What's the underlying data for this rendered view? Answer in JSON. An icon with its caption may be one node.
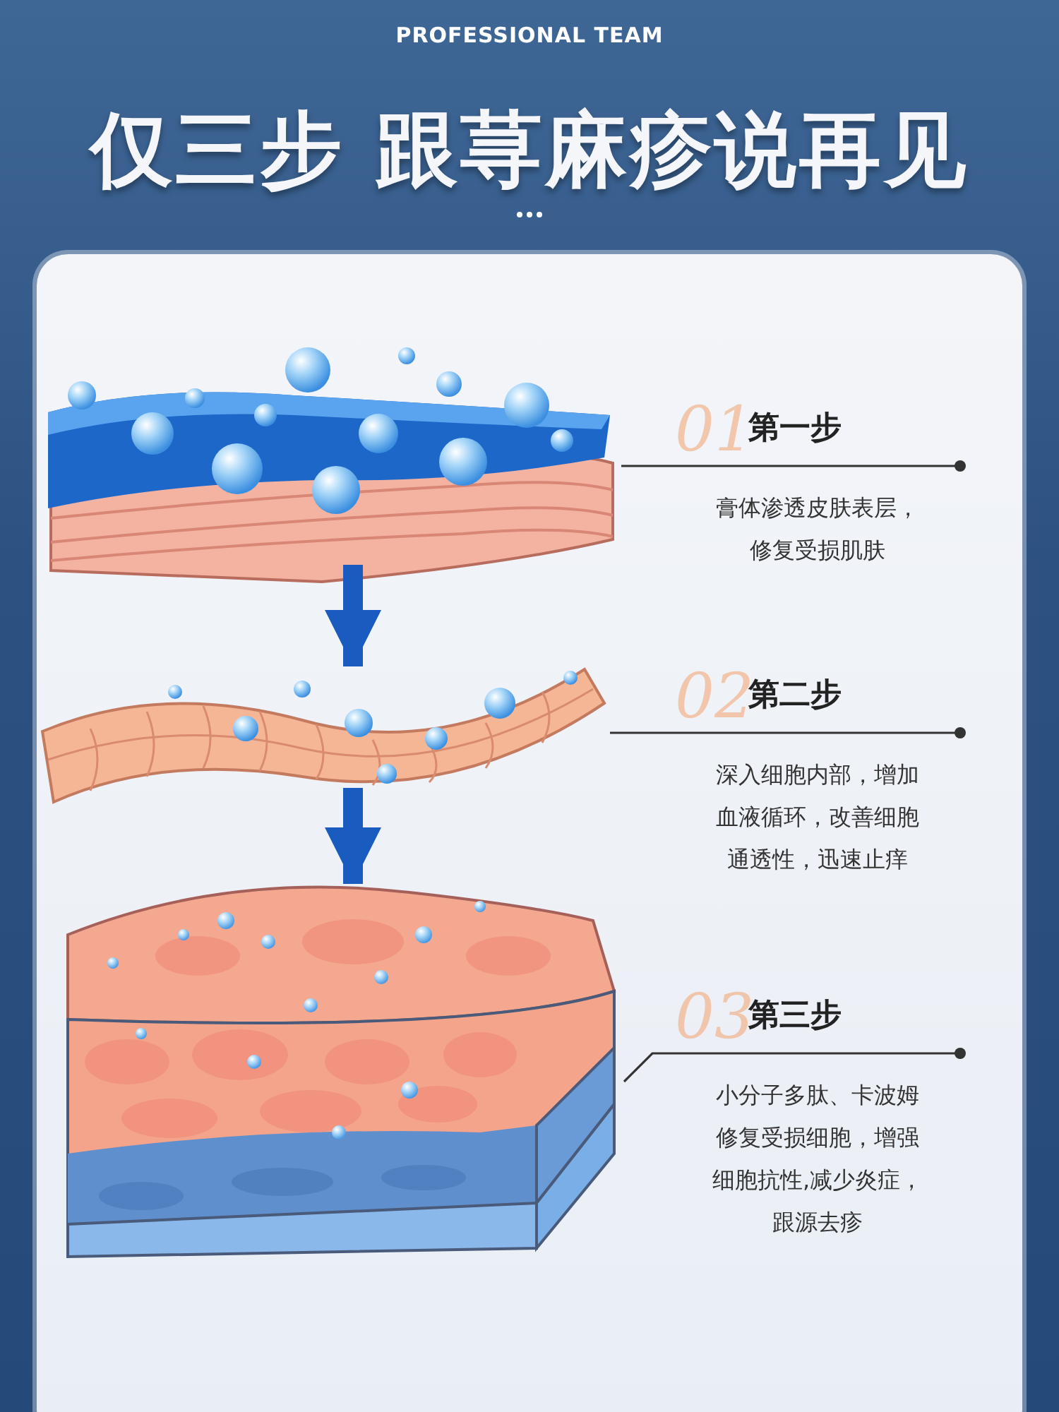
{
  "diagram": {
    "title": "仅三步 跟荨麻疹说再见",
    "nodes": [
      {
        "text": [
          "01",
          "第一步",
          "膏体渗透皮肤表层，修复受损肌肤"
        ]
      },
      {
        "text": [
          "02",
          "第二步",
          "深入细胞内部，增加血液循环，改善细胞通透性，迅速止痒"
        ]
      },
      {
        "text": [
          "03",
          "第三步",
          "小分子多肽、卡波姆修复受损细胞，增强细胞抗性,减少炎症，跟源去疹"
        ]
      },
      {
        "text": [],
        "shape": "picture"
      },
      {
        "text": [],
        "shape": "picture"
      },
      {
        "text": [],
        "shape": "picture"
      }
    ],
    "edges": [
      {
        "from": 0,
        "to": 3,
        "arrow": "other"
      },
      {
        "from": 1,
        "to": 4,
        "arrow": "other"
      },
      {
        "from": 2,
        "to": 5,
        "arrow": "other"
      },
      {
        "from": 3,
        "to": 4,
        "arrow": "to",
        "style": "thick",
        "color": "#1a5bbf"
      },
      {
        "from": 4,
        "to": 5,
        "arrow": "to",
        "style": "thick",
        "color": "#1a5bbf"
      }
    ],
    "labels": [
      "PROFESSIONAL TEAM"
    ]
  }
}
